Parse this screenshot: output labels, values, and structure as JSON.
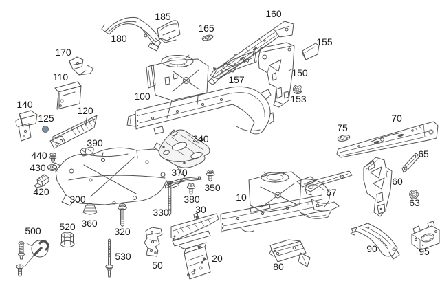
{
  "colors": {
    "background": "#ffffff",
    "line": "#4f4f4f",
    "label": "#1c1c1c",
    "plug": "#7d8fa0",
    "weld": "#5a5a5a"
  },
  "labels": {
    "n10": "10",
    "n20": "20",
    "n30": "30",
    "n50": "50",
    "n60": "60",
    "n63": "63",
    "n65": "65",
    "n67": "67",
    "n70": "70",
    "n75": "75",
    "n80": "80",
    "n90": "90",
    "n95": "95",
    "n100": "100",
    "n110": "110",
    "n120": "120",
    "n125": "125",
    "n140": "140",
    "n150": "150",
    "n153": "153",
    "n155": "155",
    "n157": "157",
    "n160": "160",
    "n165": "165",
    "n170": "170",
    "n180": "180",
    "n185": "185",
    "n300": "300",
    "n320": "320",
    "n330": "330",
    "n340": "340",
    "n350": "350",
    "n360": "360",
    "n370": "370",
    "n380": "380",
    "n390": "390",
    "n420": "420",
    "n430": "430",
    "n440": "440",
    "n500": "500",
    "n520": "520",
    "n530": "530"
  }
}
